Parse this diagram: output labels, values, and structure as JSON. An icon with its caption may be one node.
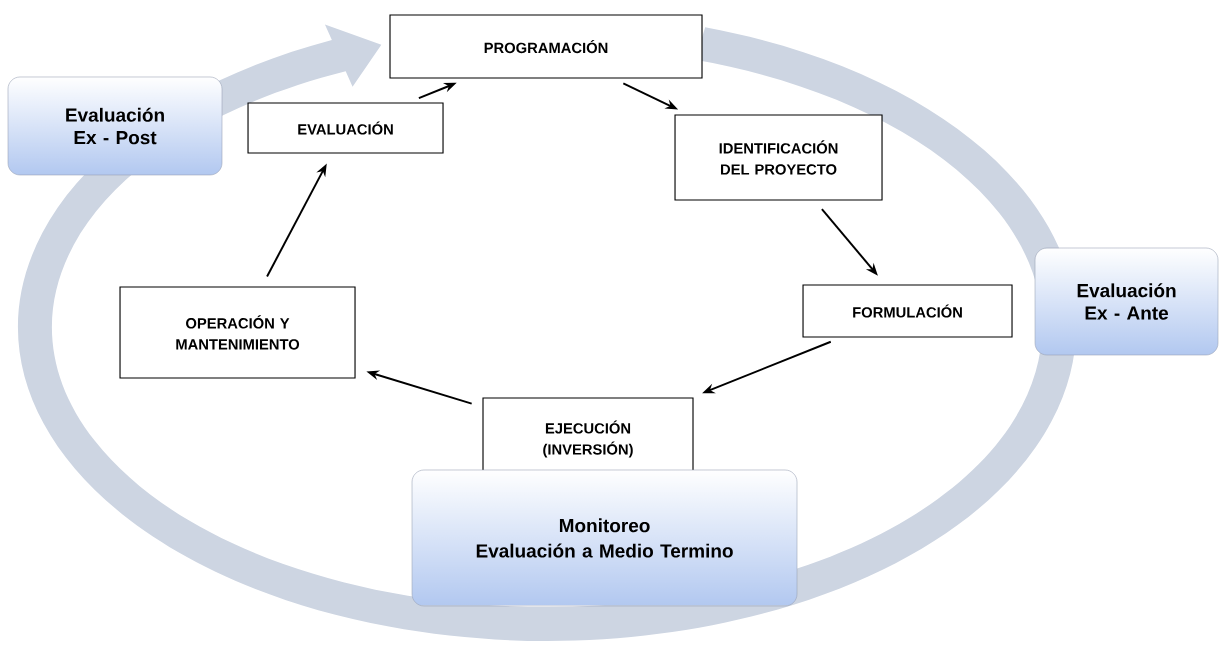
{
  "diagram": {
    "nodes": [
      {
        "text": [
          "PROGRAMACIÓN"
        ]
      },
      {
        "text": [
          "IDENTIFICACIÓN DEL PROYECTO"
        ]
      },
      {
        "text": [
          "FORMULACIÓN"
        ]
      },
      {
        "text": [
          "EJECUCIÓN (INVERSIÓN)"
        ]
      },
      {
        "text": [
          "OPERACIÓN Y MANTENIMIENTO"
        ]
      },
      {
        "text": [
          "EVALUACIÓN"
        ]
      },
      {
        "text": [
          "Evaluación Ex - Post"
        ]
      },
      {
        "text": [
          "Evaluación Ex - Ante"
        ]
      },
      {
        "text": [
          "Monitoreo",
          "Evaluación a Medio Termino"
        ]
      }
    ],
    "edges": [
      {
        "from": 5,
        "to": 0,
        "arrow": "to"
      },
      {
        "from": 0,
        "to": 1,
        "arrow": "to"
      },
      {
        "from": 1,
        "to": 2,
        "arrow": "to"
      },
      {
        "from": 2,
        "to": 3,
        "arrow": "to"
      },
      {
        "from": 3,
        "to": 4,
        "arrow": "to"
      },
      {
        "from": 4,
        "to": 5,
        "arrow": "to"
      }
    ]
  }
}
